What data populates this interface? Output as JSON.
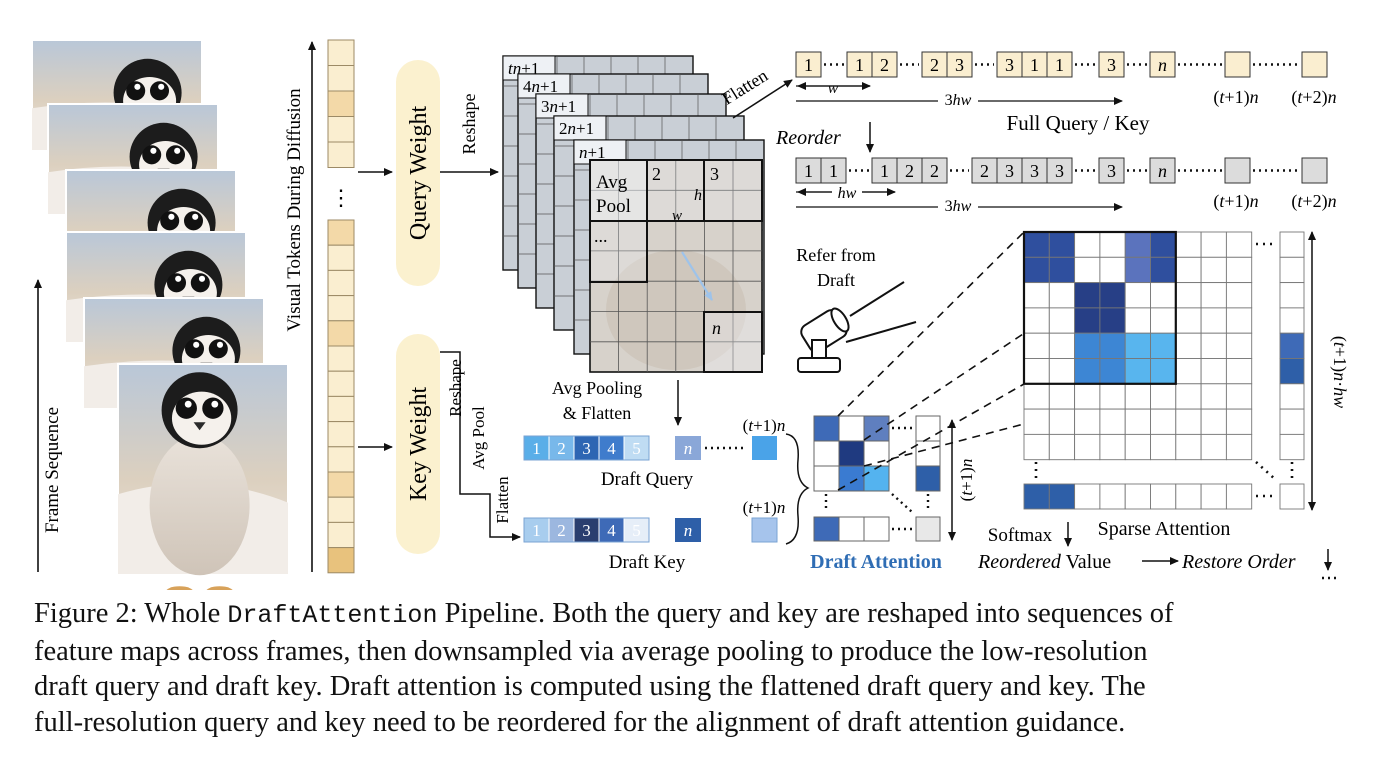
{
  "colors": {
    "token_light": "#faeed0",
    "token_mid": "#f3d9a8",
    "token_dark": "#e8c27d",
    "pill": "#fbf1cf",
    "blue_1": "#a9c8ef",
    "blue_2": "#7fa9df",
    "blue_3": "#4e76c2",
    "blue_4": "#2b4f9e",
    "blue_5": "#1f3a80",
    "sky": "#4aa3e8",
    "draft_title": "#2f6db4",
    "gray_box": "#dcdcdc"
  },
  "left": {
    "frame_sequence_label": "Frame Sequence",
    "visual_tokens_label": "Visual Tokens During Diffusion",
    "token_dots": "⋮"
  },
  "weights": {
    "query_weight": "Query Weight",
    "key_weight": "Key Weight",
    "reshape_q": "Reshape",
    "reshape_k": "Reshape",
    "avg_pool_k": "Avg Pool",
    "flatten_k": "Flatten"
  },
  "stack": {
    "frame_labels": [
      "tn+1",
      "4n+1",
      "3n+1",
      "2n+1",
      "n+1"
    ],
    "block_labels": [
      "Avg",
      "Pool",
      "2",
      "3",
      "h",
      "w",
      "...",
      "n"
    ],
    "avg_pooling_flatten": [
      "Avg Pooling",
      "& Flatten"
    ]
  },
  "full_rows": {
    "flatten_label": "Flatten",
    "row1_labels": [
      "1",
      "1",
      "2",
      "2",
      "3",
      "3",
      "1",
      "1",
      "3",
      "n",
      "",
      ""
    ],
    "row2_labels": [
      "1",
      "1",
      "1",
      "2",
      "2",
      "2",
      "3",
      "3",
      "3",
      "3",
      "n",
      "",
      ""
    ],
    "w_label": "w",
    "hw_label": "hw",
    "three_hw": "3hw",
    "t1n": "(t+1)n",
    "t2n": "(t+2)n",
    "full_qk_label": "Full Query / Key",
    "reorder_label": "Reorder",
    "dots": "·····"
  },
  "draft": {
    "query_cells": [
      "1",
      "2",
      "3",
      "4",
      "5"
    ],
    "key_cells": [
      "1",
      "2",
      "3",
      "4",
      "5"
    ],
    "n": "n",
    "draft_query_label": "Draft Query",
    "draft_key_label": "Draft Key",
    "t1n_q": "(t+1)n",
    "t1n_k": "(t+1)n",
    "draft_attention_label": "Draft Attention",
    "attn_side_label": "(t+1)n"
  },
  "sparse": {
    "refer_label": [
      "Refer from",
      "Draft"
    ],
    "softmax_label": "Softmax",
    "sparse_attention_label": "Sparse Attention",
    "reordered": "Reordered",
    "value": " Value",
    "restore_order": "Restore Order",
    "side_label": "(t+1)n·hw"
  },
  "caption": {
    "prefix": "Figure 2: Whole ",
    "code": "DraftAttention",
    "line1_rest": " Pipeline. Both the query and key are reshaped into sequences of",
    "line2": "feature maps across frames, then downsampled via average pooling to produce the low-resolution",
    "line3": "draft query and draft key. Draft attention is computed using the flattened draft query and key. The",
    "line4": "full-resolution query and key need to be reordered for the alignment of draft attention guidance."
  }
}
